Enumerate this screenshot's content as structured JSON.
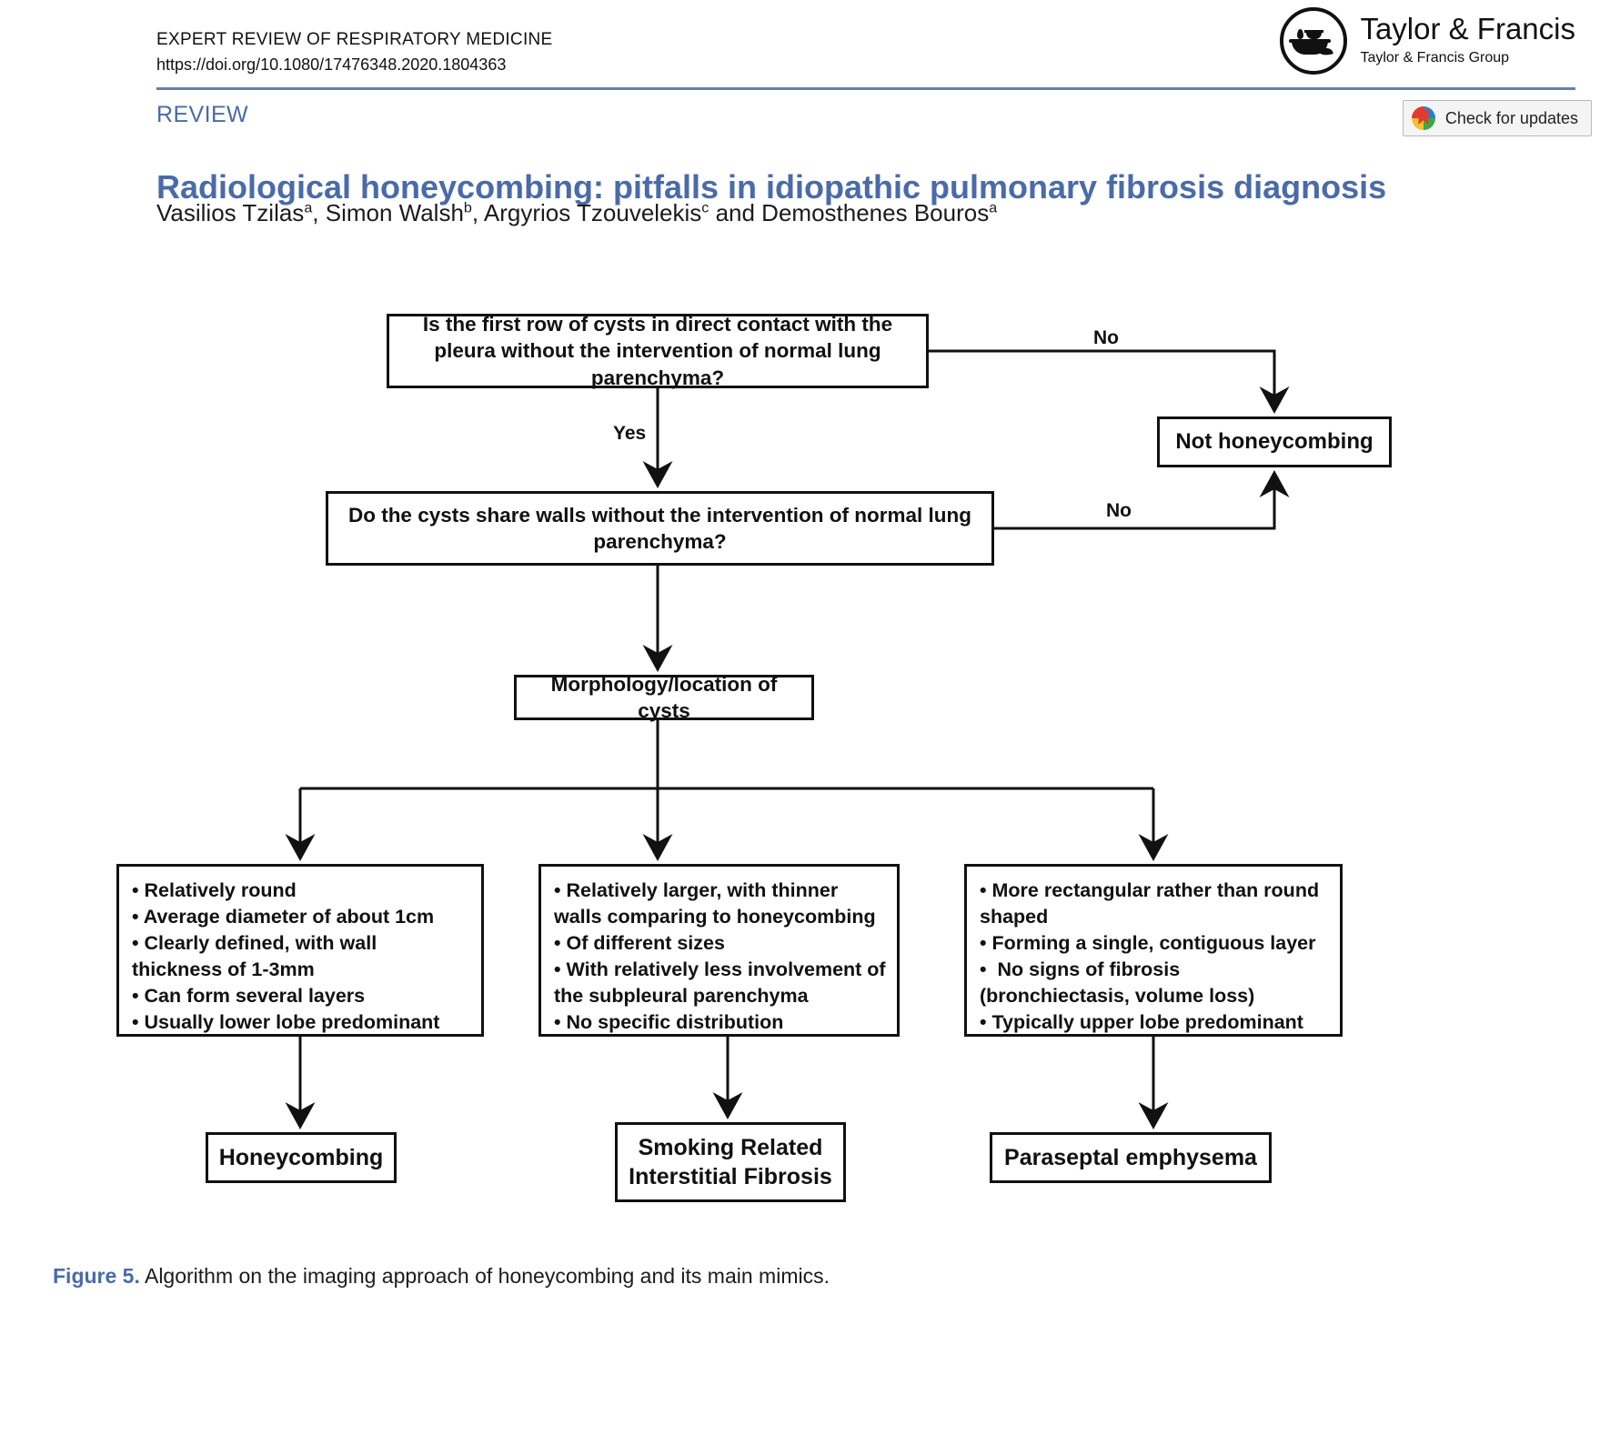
{
  "header": {
    "journal_name": "EXPERT REVIEW OF RESPIRATORY MEDICINE",
    "doi": "https://doi.org/10.1080/17476348.2020.1804363",
    "section_kicker": "REVIEW",
    "publisher": {
      "name": "Taylor & Francis",
      "group": "Taylor & Francis Group",
      "logo_icon": "teacup-in-circle-icon"
    },
    "check_for_updates": {
      "label": "Check for updates",
      "badge_icon": "crossmark-bookmark-icon"
    },
    "rule_color": "#6b7fab",
    "accent_color": "#4a6ba8"
  },
  "article": {
    "title": "Radiological honeycombing: pitfalls in idiopathic pulmonary fibrosis diagnosis",
    "authors_parts": [
      {
        "text": "Vasilios Tzilas",
        "sup": "a"
      },
      {
        "text": ", Simon Walsh",
        "sup": "b"
      },
      {
        "text": ", Argyrios Tzouvelekis",
        "sup": "c"
      },
      {
        "text": " and Demosthenes Bouros",
        "sup": "a"
      }
    ],
    "authors_plain": "Vasilios Tzilasa, Simon Walshb, Argyrios Tzouvelekisc and Demosthenes Bourosa"
  },
  "figure": {
    "caption_label": "Figure 5.",
    "caption_text": " Algorithm on the imaging approach of honeycombing and its main mimics.",
    "nodes": {
      "q1": "Is the first row of cysts in direct contact with the pleura without the intervention of normal lung parenchyma?",
      "not_honeycombing": "Not honeycombing",
      "q2": "Do the cysts share walls without the intervention of normal lung parenchyma?",
      "morphology": "Morphology/location of cysts",
      "honeycombing": "Honeycombing",
      "smoking_related": "Smoking Related Interstitial Fibrosis",
      "paraseptal": "Paraseptal emphysema"
    },
    "lists": {
      "honeycombing_features": [
        "• Relatively round",
        "• Average diameter of about 1cm",
        "• Clearly defined, with wall thickness of 1-3mm",
        "• Can form several layers",
        "• Usually lower lobe predominant"
      ],
      "smoking_related_features": [
        "• Relatively larger, with thinner walls comparing to honeycombing",
        "• Of different sizes",
        "• With relatively less involvement of the subpleural parenchyma",
        "• No specific distribution"
      ],
      "paraseptal_features": [
        "• More rectangular rather than round shaped",
        "• Forming a single, contiguous layer",
        "•  No signs of fibrosis (bronchiectasis, volume loss)",
        "• Typically upper lobe predominant"
      ]
    },
    "edge_labels": {
      "no_1": "No",
      "yes_1": "Yes",
      "no_2": "No"
    }
  }
}
